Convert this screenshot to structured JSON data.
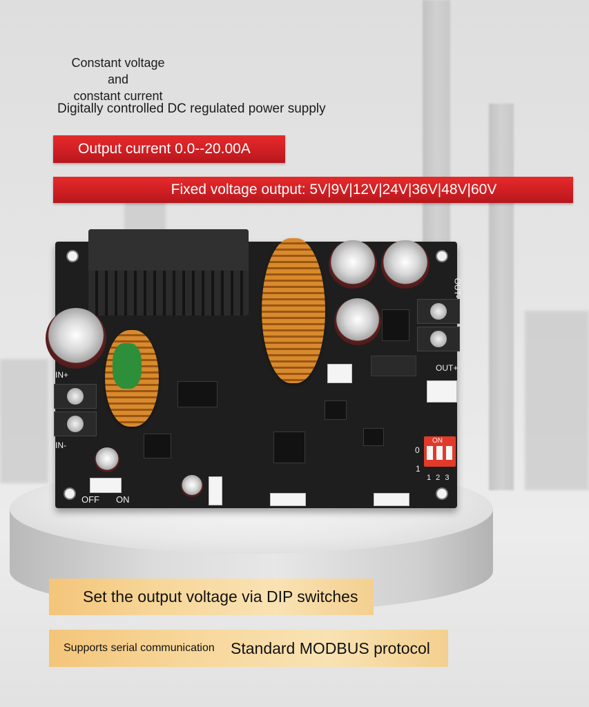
{
  "header": {
    "line1": "Constant voltage and",
    "line2": "constant current",
    "subtitle": "Digitally controlled DC regulated power supply"
  },
  "banners": {
    "output_current": "Output current 0.0--20.00A",
    "fixed_voltage": "Fixed voltage output: 5V|9V|12V|24V|36V|48V|60V"
  },
  "board_labels": {
    "in_plus": "IN+",
    "in_minus": "IN-",
    "out_plus": "OUT+",
    "out_minus": "OUT-",
    "off": "OFF",
    "on": "ON",
    "dip_on": "ON",
    "dip_0": "0",
    "dip_1": "1",
    "dip_nums": "1 2 3"
  },
  "features": {
    "dip": "Set the output voltage via DIP switches",
    "serial": "Supports serial communication",
    "modbus": "Standard MODBUS protocol"
  },
  "colors": {
    "ribbon_red": "#cf1f24",
    "gold_label": "#f7d79a",
    "pcb": "#1e1e1e"
  }
}
